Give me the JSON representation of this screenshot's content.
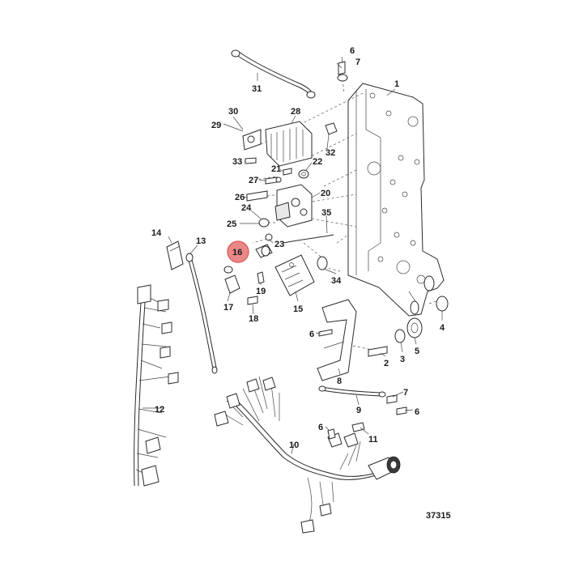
{
  "diagram": {
    "reference_number": "37315",
    "highlight_color": "#e57373",
    "labels": [
      {
        "id": "1",
        "text": "1"
      },
      {
        "id": "2",
        "text": "2"
      },
      {
        "id": "3",
        "text": "3"
      },
      {
        "id": "4",
        "text": "4"
      },
      {
        "id": "5",
        "text": "5"
      },
      {
        "id": "6a",
        "text": "6"
      },
      {
        "id": "6b",
        "text": "6"
      },
      {
        "id": "6c",
        "text": "6"
      },
      {
        "id": "6d",
        "text": "6"
      },
      {
        "id": "7a",
        "text": "7"
      },
      {
        "id": "7b",
        "text": "7"
      },
      {
        "id": "8",
        "text": "8"
      },
      {
        "id": "9",
        "text": "9"
      },
      {
        "id": "10",
        "text": "10"
      },
      {
        "id": "11",
        "text": "11"
      },
      {
        "id": "12",
        "text": "12"
      },
      {
        "id": "13",
        "text": "13"
      },
      {
        "id": "14",
        "text": "14"
      },
      {
        "id": "15",
        "text": "15"
      },
      {
        "id": "16",
        "text": "16"
      },
      {
        "id": "17",
        "text": "17"
      },
      {
        "id": "18",
        "text": "18"
      },
      {
        "id": "19",
        "text": "19"
      },
      {
        "id": "20",
        "text": "20"
      },
      {
        "id": "21",
        "text": "21"
      },
      {
        "id": "22",
        "text": "22"
      },
      {
        "id": "23",
        "text": "23"
      },
      {
        "id": "24",
        "text": "24"
      },
      {
        "id": "25",
        "text": "25"
      },
      {
        "id": "26",
        "text": "26"
      },
      {
        "id": "27",
        "text": "27"
      },
      {
        "id": "28",
        "text": "28"
      },
      {
        "id": "29",
        "text": "29"
      },
      {
        "id": "30",
        "text": "30"
      },
      {
        "id": "31",
        "text": "31"
      },
      {
        "id": "32",
        "text": "32"
      },
      {
        "id": "33",
        "text": "33"
      },
      {
        "id": "34",
        "text": "34"
      },
      {
        "id": "35",
        "text": "35"
      }
    ]
  }
}
